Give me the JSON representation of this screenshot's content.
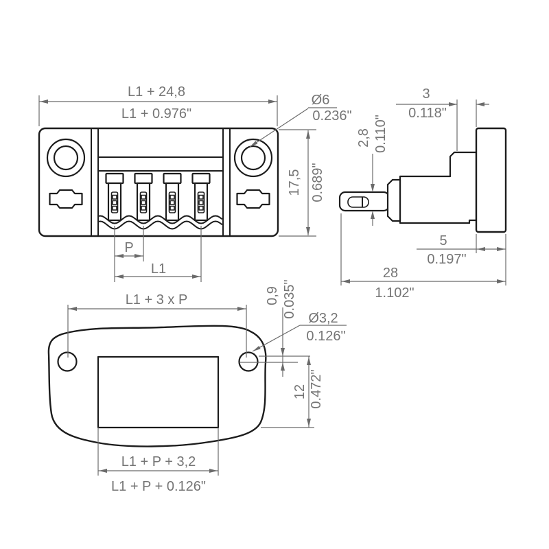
{
  "drawing": {
    "kind": "technical dimension drawing, connector with flange - front view, side view and panel cutout",
    "colors": {
      "part_line": "#1c1c1c",
      "dimension_line": "#6a6a6a",
      "dimension_text": "#757575",
      "background": "#ffffff"
    },
    "dims": {
      "fv_width_mm": "L1 + 24,8",
      "fv_width_in": "L1 + 0.976\"",
      "fv_hole_dia_mm": "Ø6",
      "fv_hole_dia_in": "0.236\"",
      "fv_height_mm": "17,5",
      "fv_height_in": "0.689\"",
      "fv_pitch": "P",
      "fv_l1": "L1",
      "sv_collar_mm": "3",
      "sv_collar_in": "0.118\"",
      "sv_pin_mm": "2,8",
      "sv_pin_in": "0.110\"",
      "sv_flange_mm": "5",
      "sv_flange_in": "0.197\"",
      "sv_len_mm": "28",
      "sv_len_in": "1.102\"",
      "pv_span": "L1 + 3 x P",
      "pv_offset_mm": "0,9",
      "pv_offset_in": "0.035\"",
      "pv_hole_mm": "Ø3,2",
      "pv_hole_in": "0.126\"",
      "pv_height_mm": "12",
      "pv_height_in": "0.472\"",
      "pv_cut_mm": "L1 + P + 3,2",
      "pv_cut_in": "L1 + P + 0.126\""
    }
  }
}
